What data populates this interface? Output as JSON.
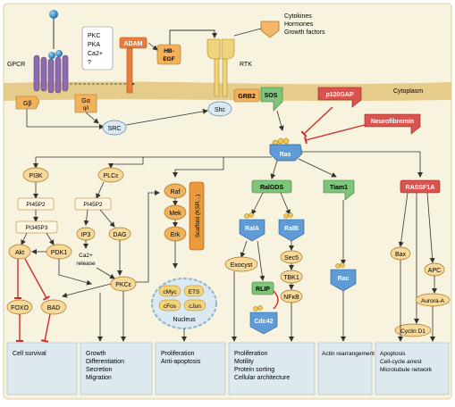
{
  "colors": {
    "background": "#f8f3df",
    "membrane": "#e6cc8a",
    "output_box": "#dde9ee",
    "node_orange": "#f2b25c",
    "node_blue": "#5f9bd5",
    "node_green": "#7ec47a",
    "node_red": "#d9534f",
    "arrow": "#333333",
    "inhibit": "#d22a2a"
  },
  "extracellular": {
    "gpcr": "GPCR",
    "kinase_list": [
      "PKC",
      "PKA",
      "Ca2+",
      "?"
    ],
    "adam": "ADAM",
    "hb_egf_1": "HB-",
    "hb_egf_2": "EGF",
    "rtk": "RTK",
    "ligands": [
      "Cytokines",
      "Hormones",
      "Growth factors"
    ]
  },
  "membrane": {
    "g_beta": "Gβ",
    "g_alpha_1": "Gα",
    "g_alpha_2": "q/i",
    "cytoplasm": "Cytoplasm",
    "src": "SRC",
    "shc": "Shc",
    "grb2": "GRB2",
    "sos": "SOS",
    "p120gap": "p120GAP",
    "neurofibromin": "Neurofibromin",
    "ras": "Ras"
  },
  "pi3k_branch": {
    "pi3k": "PI3K",
    "pi45p2": "PI45P2",
    "pi345p3": "PI345P3",
    "akt": "Akt",
    "pdk1": "PDK1",
    "foxo": "FOXO",
    "bad": "BAD"
  },
  "plc_branch": {
    "plce": "PLCε",
    "pi45p2": "PI45P2",
    "ip3": "IP3",
    "dag": "DAG",
    "ca_release": [
      "Ca2+",
      "release"
    ],
    "pkce": "PKCε"
  },
  "raf_branch": {
    "raf": "Raf",
    "mek": "Mek",
    "erk": "Erk",
    "scaffold": "Scaffold (KSR...)"
  },
  "nucleus": {
    "label": "Nucleus",
    "factors": [
      "cMyc",
      "ETS",
      "cFos",
      "cJun"
    ]
  },
  "ralgds_branch": {
    "ralgds": "RalGDS",
    "rala": "RalA",
    "ralb": "RalB",
    "exocyst": "Exocyst",
    "sec5": "Sec5",
    "tbk1": "TBK1",
    "nfkb": "NFκB",
    "rlip": "RLIP",
    "cdc42": "Cdc42"
  },
  "tiam_branch": {
    "tiam1": "Tiam1",
    "rac": "Rac"
  },
  "rassf_branch": {
    "rassf1a": "RASSF1A",
    "bax": "Bax",
    "apc": "APC",
    "aurora": "Aurora-A",
    "cyclin": "Cyclin D1"
  },
  "outcomes": {
    "survival": [
      "Cell survival"
    ],
    "growth": [
      "Growth",
      "Differentiation",
      "Secretion",
      "Migration"
    ],
    "prolif1": [
      "Proliferation",
      "Anti-apoptosis"
    ],
    "prolif2": [
      "Proliferation",
      "Motility",
      "Protein sorting",
      "Cellular architecture"
    ],
    "actin": [
      "Actin rearrangement"
    ],
    "apoptosis": [
      "Apoptosis",
      "Cell-cycle arrest",
      "Microtubule network"
    ]
  }
}
